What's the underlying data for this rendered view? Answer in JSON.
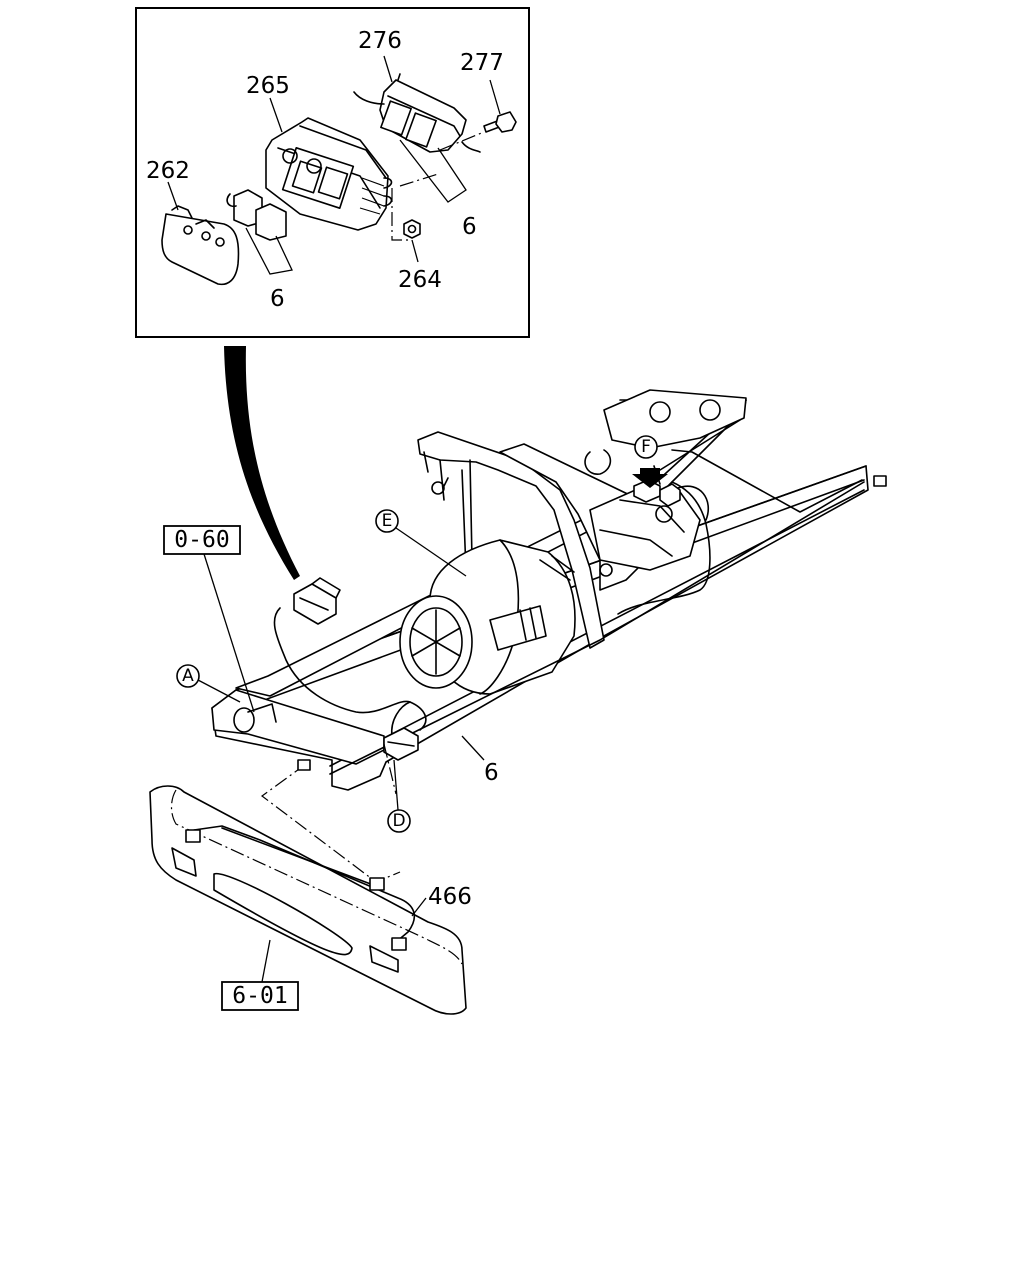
{
  "inset": {
    "labels": {
      "p276": "276",
      "p277": "277",
      "p265": "265",
      "p262": "262",
      "p6a": "6",
      "p6b": "6",
      "p264": "264"
    }
  },
  "main": {
    "refs": {
      "ref_0_60": "0-60",
      "ref_6_01": "6-01"
    },
    "callouts": {
      "A": "A",
      "D": "D",
      "E": "E",
      "F": "F"
    },
    "labels": {
      "p6": "6",
      "p466": "466"
    }
  }
}
